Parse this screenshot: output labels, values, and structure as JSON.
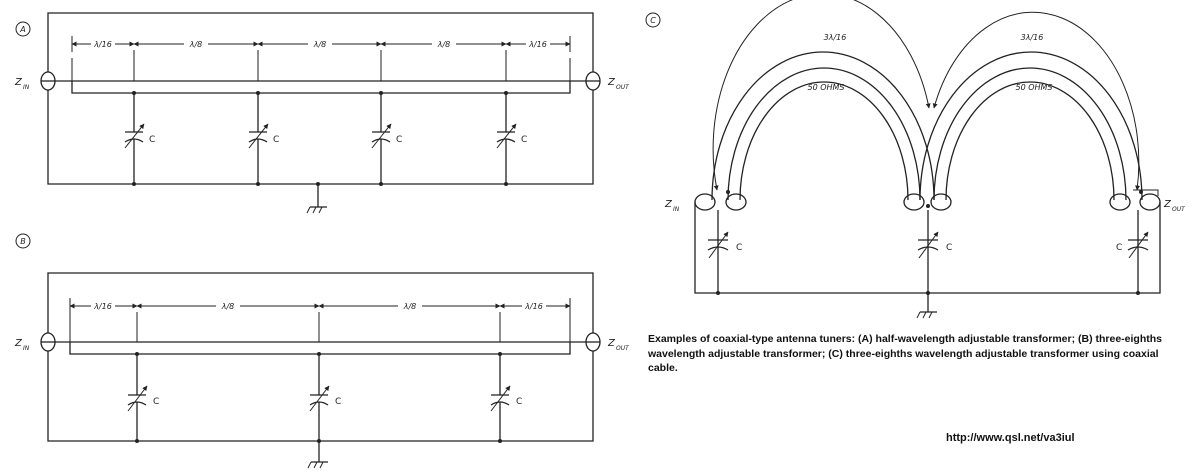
{
  "diagram_a": {
    "panel_label": "A",
    "input_label": "Z",
    "input_sub": "IN",
    "output_label": "Z",
    "output_sub": "OUT",
    "capacitor_label": "C",
    "segments": [
      "λ/16",
      "λ/8",
      "λ/8",
      "λ/8",
      "λ/16"
    ]
  },
  "diagram_b": {
    "panel_label": "B",
    "input_label": "Z",
    "input_sub": "IN",
    "output_label": "Z",
    "output_sub": "OUT",
    "capacitor_label": "C",
    "segments": [
      "λ/16",
      "λ/8",
      "λ/8",
      "λ/16"
    ]
  },
  "diagram_c": {
    "panel_label": "C",
    "input_label": "Z",
    "input_sub": "IN",
    "output_label": "Z",
    "output_sub": "OUT",
    "capacitor_label": "C",
    "arc_length_label": "3λ/16",
    "impedance_label": "50 OHMS"
  },
  "caption": "Examples of coaxial-type antenna tuners: (A) half-wavelength adjustable transformer; (B) three-eighths wavelength adjustable transformer; (C) three-eighths wavelength adjustable transformer using coaxial cable.",
  "source_url": "http://www.qsl.net/va3iul"
}
